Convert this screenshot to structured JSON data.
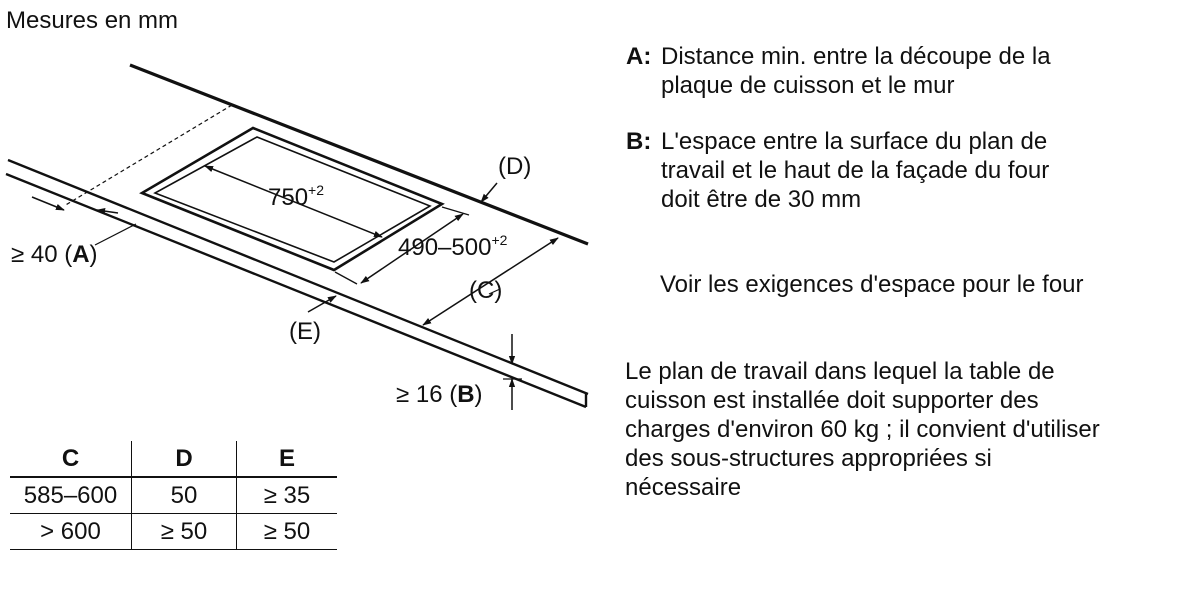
{
  "header": {
    "units_label": "Mesures en mm"
  },
  "dimensions": {
    "width_main": "750",
    "width_tol": "+2",
    "depth_main": "490–500",
    "depth_tol": "+2",
    "a_prefix": "≥ 40 (",
    "a_key": "A",
    "a_suffix": ")",
    "b_prefix": "≥ 16 (",
    "b_key": "B",
    "b_suffix": ")",
    "c_label": "(C)",
    "d_label": "(D)",
    "e_label": "(E)"
  },
  "legend": {
    "a_key": "A:",
    "a_line1": "Distance min. entre la découpe de la",
    "a_line2": "plaque de cuisson et le mur",
    "b_key": "B:",
    "b_line1": "L'espace entre la surface du plan de",
    "b_line2": "travail et le haut de la façade du four",
    "b_line3": "doit être de 30 mm",
    "oven_note": "Voir les exigences d'espace pour le four",
    "support_line1": "Le plan de travail dans lequel la table de",
    "support_line2": "cuisson est installée doit supporter des",
    "support_line3": "charges d'environ 60 kg ; il convient d'utiliser",
    "support_line4": "des sous-structures appropriées si",
    "support_line5": "nécessaire"
  },
  "table": {
    "headers": [
      "C",
      "D",
      "E"
    ],
    "rows": [
      [
        "585–600",
        "50",
        "≥ 35"
      ],
      [
        "> 600",
        "≥ 50",
        "≥ 50"
      ]
    ]
  }
}
